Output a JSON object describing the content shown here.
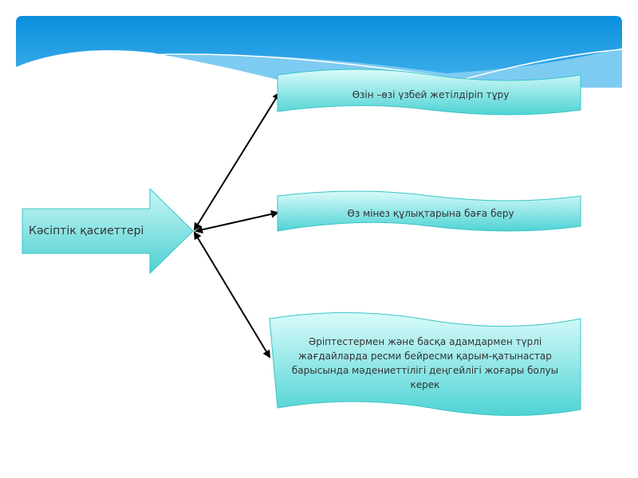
{
  "diagram": {
    "source": {
      "label": "Кәсіптік қасиеттері"
    },
    "targets": [
      {
        "label": "Өзін –өзі үзбей жетілдіріп тұру"
      },
      {
        "label": "Өз мінез құлықтарына баға беру"
      },
      {
        "label": "Әріптестермен және басқа адамдармен түрлі жағдайларда ресми бейресми қарым-қатынастар барысында мәдениеттілігі деңгейлігі жоғары болуы керек"
      }
    ]
  },
  "colors": {
    "header": "#1a9ae0",
    "shape_fill": "#5fd8d8",
    "shape_light": "#d8fbfa",
    "stroke": "#38c4c8"
  }
}
